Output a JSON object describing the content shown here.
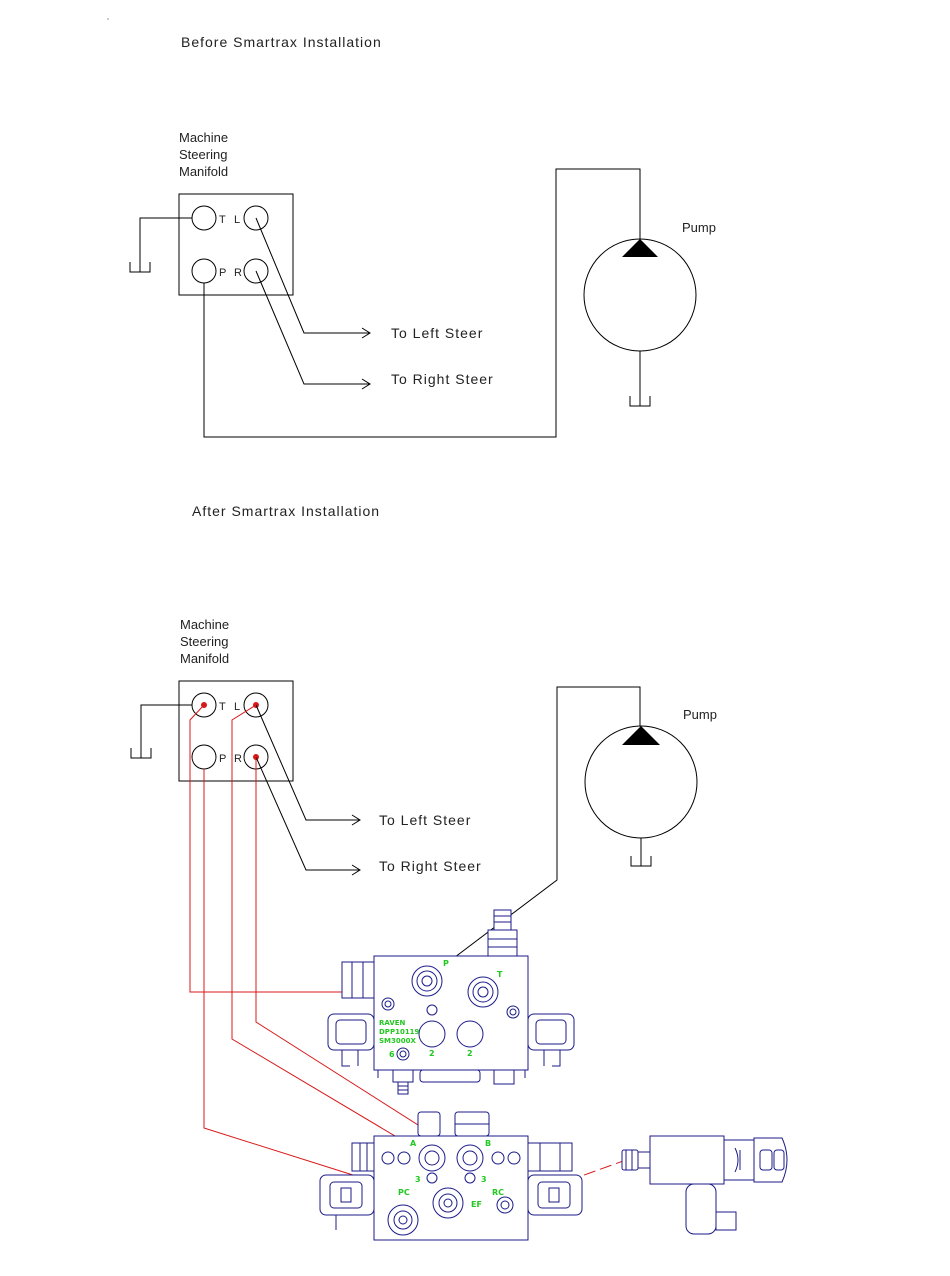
{
  "before": {
    "title": "Before Smartrax Installation",
    "manifold_label": [
      "Machine",
      "Steering",
      "Manifold"
    ],
    "ports": {
      "t": "T",
      "l": "L",
      "p": "P",
      "r": "R"
    },
    "to_left": "To  Left  Steer",
    "to_right": "To  Right  Steer",
    "pump_label": "Pump"
  },
  "after": {
    "title": "After  Smartrax  Installation",
    "manifold_label": [
      "Machine",
      "Steering",
      "Manifold"
    ],
    "ports": {
      "t": "T",
      "l": "L",
      "p": "P",
      "r": "R"
    },
    "to_left": "To  Left  Steer",
    "to_right": "To  Right  Steer",
    "pump_label": "Pump"
  },
  "upper_valve": {
    "port_p": "P",
    "port_t": "T",
    "brand_lines": [
      "RAVEN",
      "DPP10119",
      "SM3000X"
    ],
    "port_2a": "2",
    "port_2b": "2",
    "port_6": "6"
  },
  "lower_valve": {
    "port_a": "A",
    "port_b": "B",
    "port_3a": "3",
    "port_3b": "3",
    "port_pc": "PC",
    "port_ef": "EF",
    "port_rc": "RC"
  },
  "colors": {
    "line": "#000000",
    "hose": "#d81818",
    "valve_outline": "#1b1b8a",
    "valve_label": "#22c822"
  }
}
